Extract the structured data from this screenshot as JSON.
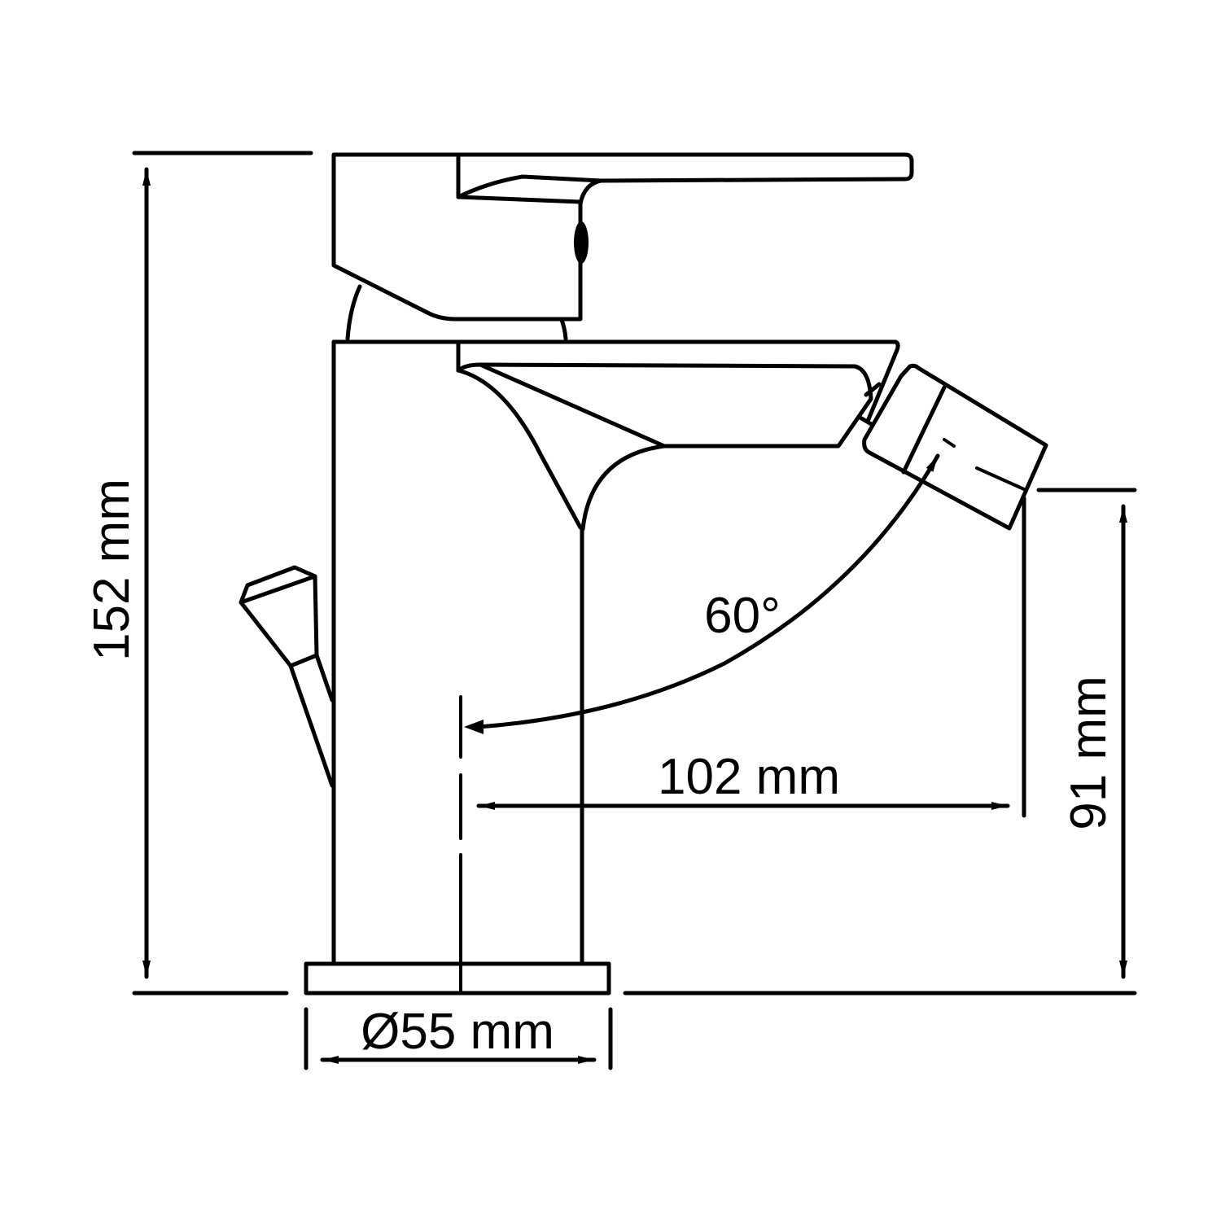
{
  "diagram": {
    "subject": "Bidet mixer faucet technical drawing",
    "stroke_color": "#000000",
    "background_color": "#ffffff",
    "dimensions": {
      "total_height": "152 mm",
      "spout_height": "91 mm",
      "spout_reach": "102 mm",
      "base_diameter": "Ø55 mm",
      "swivel_angle": "60°"
    }
  }
}
